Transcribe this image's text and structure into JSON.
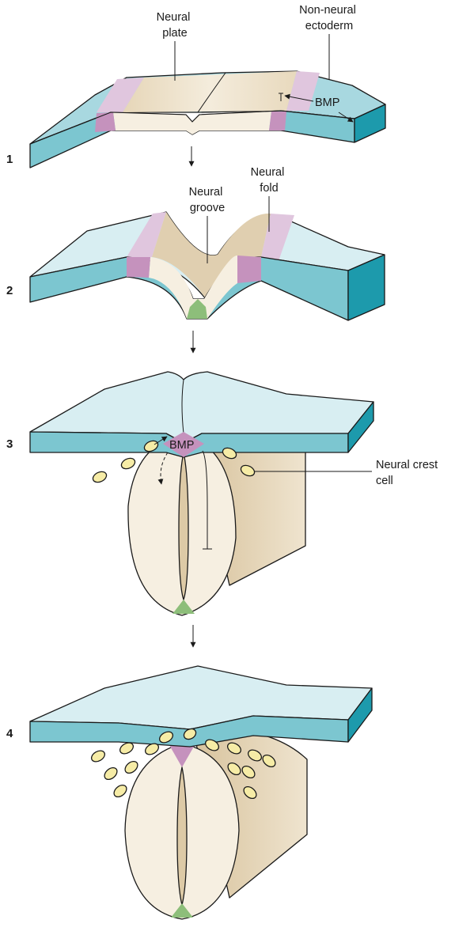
{
  "stages": [
    {
      "number": "1"
    },
    {
      "number": "2"
    },
    {
      "number": "3"
    },
    {
      "number": "4"
    }
  ],
  "labels": {
    "neural_plate": [
      "Neural",
      "plate"
    ],
    "non_neural_ectoderm": [
      "Non-neural",
      "ectoderm"
    ],
    "bmp_stage1": "BMP",
    "neural_groove": [
      "Neural",
      "groove"
    ],
    "neural_fold": [
      "Neural",
      "fold"
    ],
    "bmp_stage3": "BMP",
    "neural_crest_cell": [
      "Neural crest",
      "cell"
    ]
  },
  "colors": {
    "non_neural_top": "#a8d8e0",
    "ectoderm_side": "#7cc6d0",
    "ectoderm_dark": "#1d9aac",
    "plate_top": "#e0cfb0",
    "plate_side": "#f6efe1",
    "fold_top": "#e0c6de",
    "fold_side": "#c592bd",
    "notochord_floor": "#8dbe7a",
    "crest_cell": "#f6eca6",
    "tube_outer": "#dcc6a2",
    "lumen": "#ddcaa6"
  }
}
